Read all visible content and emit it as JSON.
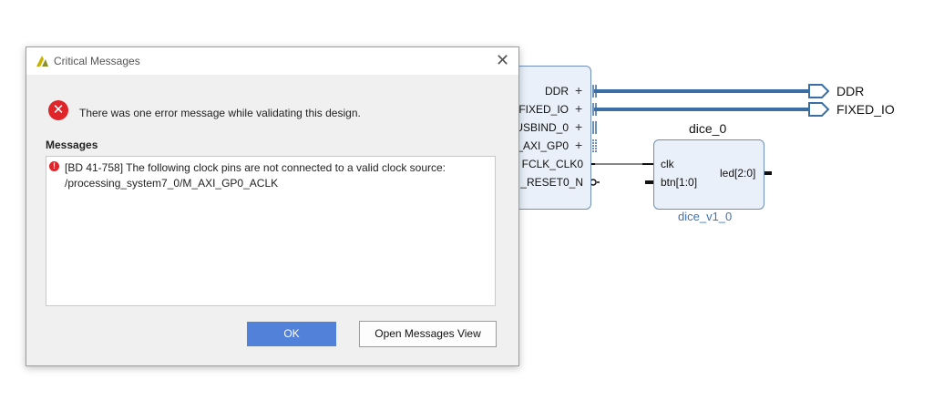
{
  "diagram": {
    "ps_ports": [
      {
        "label": "DDR"
      },
      {
        "label": "FIXED_IO"
      },
      {
        "label": "USBIND_0"
      },
      {
        "label": "_AXI_GP0"
      },
      {
        "label": "FCLK_CLK0"
      },
      {
        "label": "_RESET0_N"
      }
    ],
    "external_ports": {
      "ddr": "DDR",
      "fixed_io": "FIXED_IO"
    },
    "dice_block": {
      "instance_name": "dice_0",
      "module_name": "dice_v1_0",
      "inputs": [
        "clk",
        "btn[1:0]"
      ],
      "outputs": [
        "led[2:0]"
      ]
    },
    "colors": {
      "bus": "#3a6ea5",
      "block_fill": "#e9f0f9",
      "block_border": "#6f8fb8",
      "module_name": "#3d72b8"
    }
  },
  "dialog": {
    "title": "Critical Messages",
    "summary": "There was one error message while validating this design.",
    "messages_heading": "Messages",
    "messages": [
      {
        "line1": "[BD 41-758] The following clock pins are not connected to a valid clock source:",
        "line2": "/processing_system7_0/M_AXI_GP0_ACLK"
      }
    ],
    "ok_label": "OK",
    "open_messages_view_label": "Open Messages View",
    "colors": {
      "ok_button": "#5181d8",
      "error_icon": "#e0252a"
    }
  }
}
